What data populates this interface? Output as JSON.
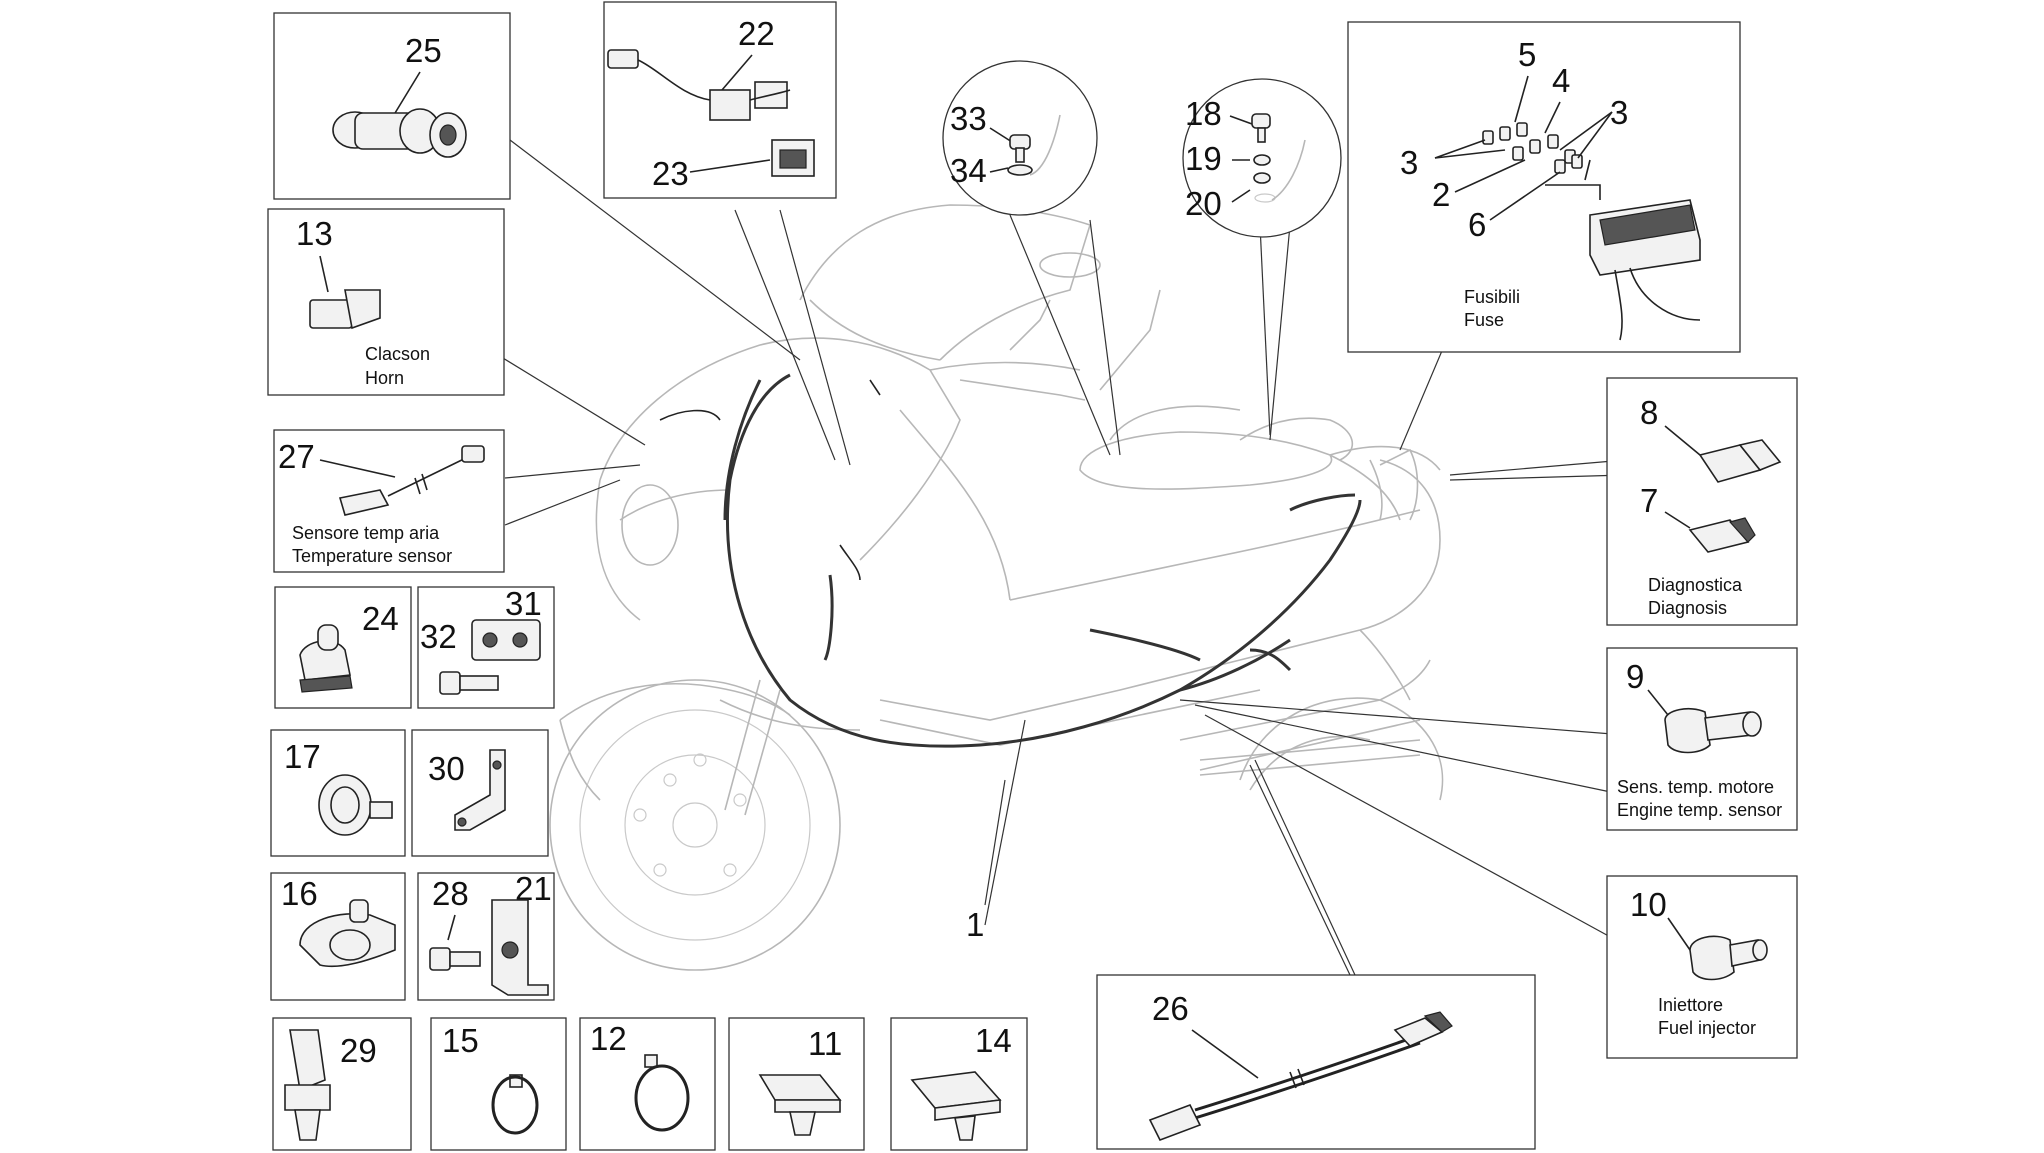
{
  "diagram": {
    "part_numbers": {
      "p1": "1",
      "p2": "2",
      "p3a": "3",
      "p3b": "3",
      "p4": "4",
      "p5": "5",
      "p6": "6",
      "p7": "7",
      "p8": "8",
      "p9": "9",
      "p10": "10",
      "p11": "11",
      "p12": "12",
      "p13": "13",
      "p14": "14",
      "p15": "15",
      "p16": "16",
      "p17": "17",
      "p18": "18",
      "p19": "19",
      "p20": "20",
      "p21": "21",
      "p22": "22",
      "p23": "23",
      "p24": "24",
      "p25": "25",
      "p26": "26",
      "p27": "27",
      "p28": "28",
      "p29": "29",
      "p30": "30",
      "p31": "31",
      "p32": "32",
      "p33": "33",
      "p34": "34"
    },
    "labels": {
      "horn_it": "Clacson",
      "horn_en": "Horn",
      "air_temp_it": "Sensore temp aria",
      "air_temp_en": "Temperature sensor",
      "fuse_it": "Fusibili",
      "fuse_en": "Fuse",
      "diag_it": "Diagnostica",
      "diag_en": "Diagnosis",
      "engine_temp_it": "Sens. temp. motore",
      "engine_temp_en": "Engine temp. sensor",
      "injector_it": "Iniettore",
      "injector_en": "Fuel injector"
    }
  }
}
